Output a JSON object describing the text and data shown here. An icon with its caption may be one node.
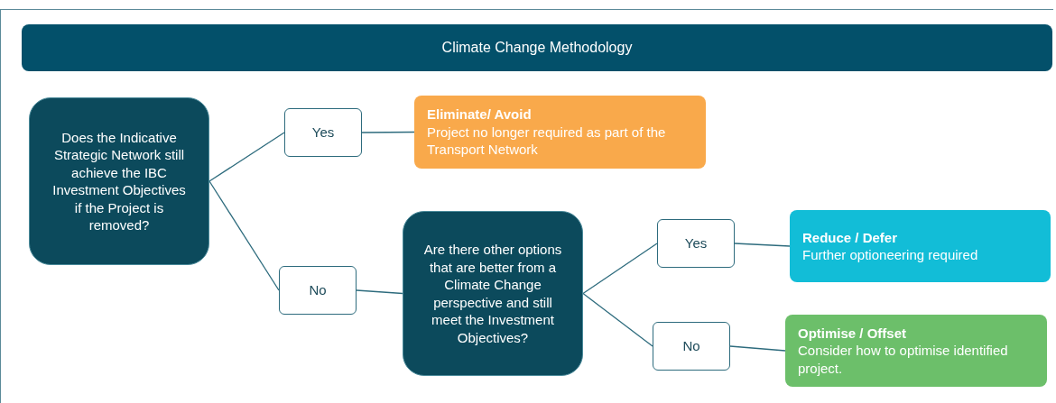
{
  "diagram": {
    "nodes": [
      {
        "text": [
          "Climate Change Methodology"
        ]
      },
      {
        "text": [
          "Does the Indicative Strategic Network still achieve the IBC Investment Objectives if the Project is removed?"
        ]
      },
      {
        "text": [
          "Yes"
        ]
      },
      {
        "text": [
          "Eliminate/ Avoid",
          "Project no longer required as part of the Transport Network"
        ]
      },
      {
        "text": [
          "No"
        ]
      },
      {
        "text": [
          "Are there other options that are better from a Climate Change perspective and still meet the Investment Objectives?"
        ]
      },
      {
        "text": [
          "Yes"
        ]
      },
      {
        "text": [
          "Reduce / Defer",
          "Further optioneering required"
        ]
      },
      {
        "text": [
          "No"
        ]
      },
      {
        "text": [
          "Optimise / Offset",
          "Consider how to optimise identified project."
        ]
      }
    ],
    "edges": [
      {
        "from": 1,
        "to": 2,
        "arrow": "none"
      },
      {
        "from": 2,
        "to": 3,
        "arrow": "none"
      },
      {
        "from": 1,
        "to": 4,
        "arrow": "none"
      },
      {
        "from": 4,
        "to": 5,
        "arrow": "none"
      },
      {
        "from": 5,
        "to": 6,
        "arrow": "none"
      },
      {
        "from": 6,
        "to": 7,
        "arrow": "none"
      },
      {
        "from": 5,
        "to": 8,
        "arrow": "none"
      },
      {
        "from": 8,
        "to": 9,
        "arrow": "none"
      }
    ]
  }
}
